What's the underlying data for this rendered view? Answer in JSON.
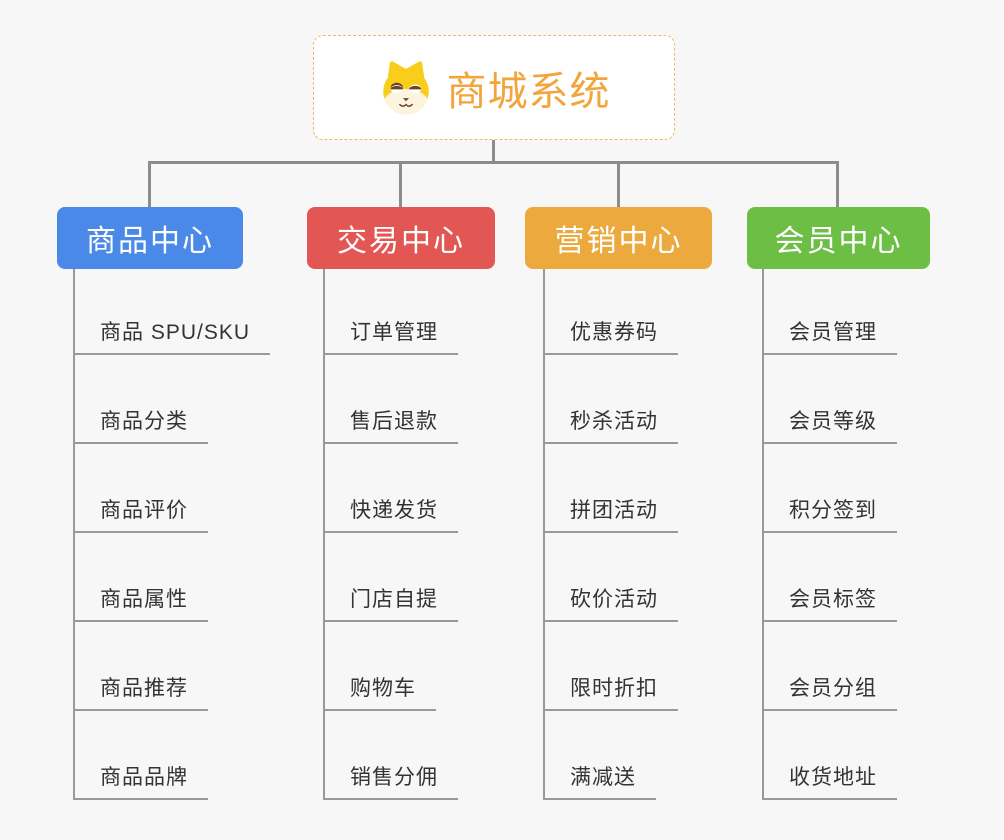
{
  "background_color": "#f7f7f7",
  "connector_color": "#8c8c8c",
  "root": {
    "title": "商城系统",
    "icon": "dog-mascot-icon",
    "accent_color": "#f2a43d"
  },
  "branches": [
    {
      "label": "商品中心",
      "color": "#4a89e8",
      "children": [
        "商品 SPU/SKU",
        "商品分类",
        "商品评价",
        "商品属性",
        "商品推荐",
        "商品品牌"
      ]
    },
    {
      "label": "交易中心",
      "color": "#e25653",
      "children": [
        "订单管理",
        "售后退款",
        "快递发货",
        "门店自提",
        "购物车",
        "销售分佣"
      ]
    },
    {
      "label": "营销中心",
      "color": "#eba93e",
      "children": [
        "优惠券码",
        "秒杀活动",
        "拼团活动",
        "砍价活动",
        "限时折扣",
        "满减送"
      ]
    },
    {
      "label": "会员中心",
      "color": "#6cbf44",
      "children": [
        "会员管理",
        "会员等级",
        "积分签到",
        "会员标签",
        "会员分组",
        "收货地址"
      ]
    }
  ]
}
